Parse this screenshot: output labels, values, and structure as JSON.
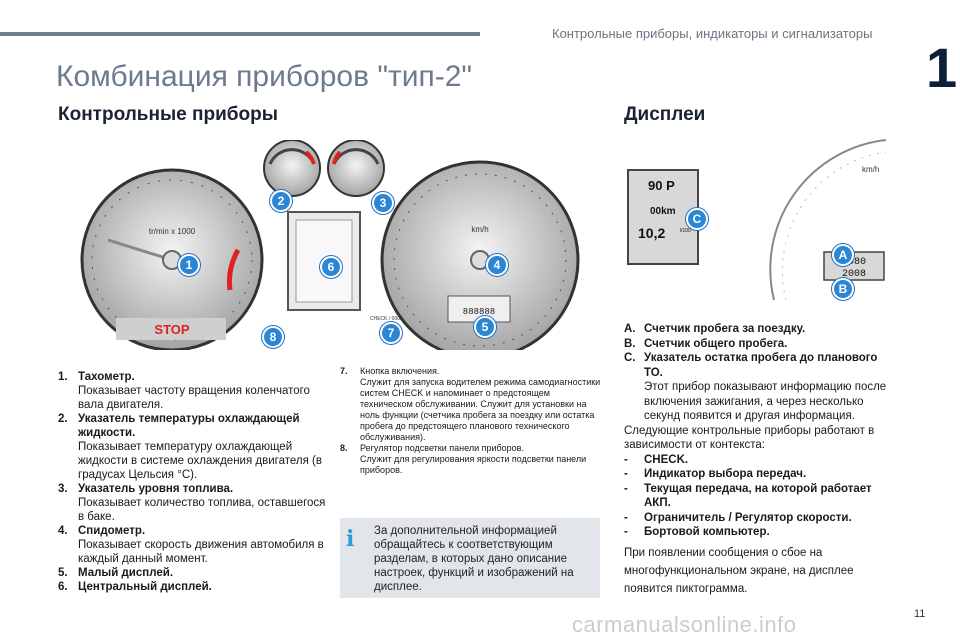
{
  "header": {
    "running_title": "Контрольные приборы, индикаторы и сигнализаторы",
    "chapter": "1"
  },
  "page_title": "Комбинация приборов \"тип-2\"",
  "sections": {
    "left_heading": "Контрольные приборы",
    "right_heading": "Дисплеи"
  },
  "cluster": {
    "callouts": [
      "1",
      "2",
      "3",
      "4",
      "5",
      "6",
      "7",
      "8"
    ],
    "tacho_text": "tr/min x 1000",
    "speedo_text": "km/h",
    "stop_text": "STOP",
    "odo_text": "888888",
    "reset_text": "CHECK / 0000"
  },
  "display": {
    "callouts": [
      "A",
      "B",
      "C"
    ],
    "screen_top": "90 P",
    "screen_mid": "00km",
    "screen_bot": "10,2",
    "screen_unit": "l/100",
    "trip": "3080",
    "total": "2008",
    "kmh": "km/h"
  },
  "items_left": [
    {
      "n": "1.",
      "title": "Тахометр.",
      "desc": "Показывает частоту вращения коленчатого вала двигателя."
    },
    {
      "n": "2.",
      "title": "Указатель температуры охлаждающей жидкости.",
      "desc": "Показывает температуру охлаждающей жидкости в системе охлаждения двигателя (в градусах Цельсия °C)."
    },
    {
      "n": "3.",
      "title": "Указатель уровня топлива.",
      "desc": "Показывает количество топлива, оставшегося в баке."
    },
    {
      "n": "4.",
      "title": "Спидометр.",
      "desc": "Показывает скорость движения автомобиля в каждый данный момент."
    },
    {
      "n": "5.",
      "title": "Малый дисплей.",
      "desc": ""
    },
    {
      "n": "6.",
      "title": "Центральный дисплей.",
      "desc": ""
    }
  ],
  "items_mid": [
    {
      "n": "7.",
      "title": "Кнопка включения.",
      "desc": "Служит для запуска водителем режима самодиагностики систем CHECK и напоминает о предстоящем техническом обслуживании. Служит для установки на ноль функции (счетчика пробега за поездку или остатка пробега до предстоящего планового технического обслуживания)."
    },
    {
      "n": "8.",
      "title": "Регулятор подсветки панели приборов.",
      "desc": "Служит для регулирования яркости подсветки панели приборов."
    }
  ],
  "info_box": "За дополнительной информацией обращайтесь к соответствующим разделам, в которых дано описание настроек, функций и изображений на дисплее.",
  "items_right": [
    {
      "k": "A.",
      "title": "Счетчик пробега за поездку."
    },
    {
      "k": "B.",
      "title": "Счетчик общего пробега."
    },
    {
      "k": "C.",
      "title": "Указатель остатка пробега до планового ТО."
    }
  ],
  "right_para1": "Этот прибор показывают информацию после включения зажигания, а через несколько секунд появится и другая информация.",
  "right_para2": "Следующие контрольные приборы работают в зависимости от контекста:",
  "right_bullets": [
    "CHECK.",
    "Индикатор выбора передач.",
    "Текущая передача, на которой работает АКП.",
    "Ограничитель / Регулятор скорости.",
    "Бортовой компьютер."
  ],
  "right_para3": "При появлении сообщения о сбое на многофункциональном экране, на дисплее появится пиктограмма.",
  "page_number": "11",
  "watermark": "carmanualsonline.info"
}
